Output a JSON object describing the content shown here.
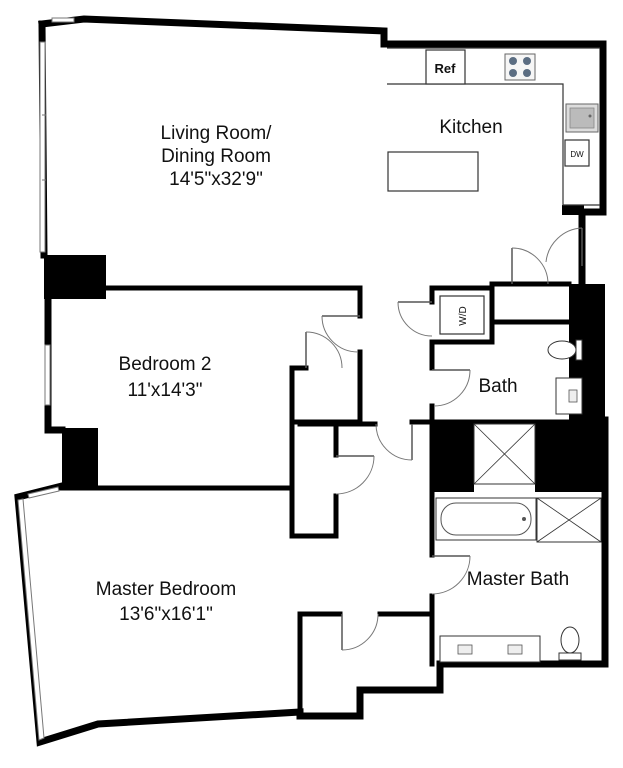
{
  "rooms": {
    "living": {
      "name_line1": "Living Room/",
      "name_line2": "Dining Room",
      "dimensions": "14'5\"x32'9\""
    },
    "kitchen": {
      "name": "Kitchen"
    },
    "bedroom2": {
      "name": "Bedroom 2",
      "dimensions": "11'x14'3\""
    },
    "bath": {
      "name": "Bath"
    },
    "master_bedroom": {
      "name": "Master Bedroom",
      "dimensions": "13'6\"x16'1\""
    },
    "master_bath": {
      "name": "Master Bath"
    }
  },
  "appliances": {
    "refrigerator": "Ref",
    "dishwasher": "DW",
    "washer_dryer": "W/D"
  },
  "icons": [
    "stove-icon",
    "sink-icon",
    "toilet-icon",
    "bathtub-icon",
    "shower-icon",
    "door-swing-icon"
  ],
  "colors": {
    "wall": "#000000",
    "floor": "#ffffff",
    "fixture_stroke": "#333333"
  }
}
